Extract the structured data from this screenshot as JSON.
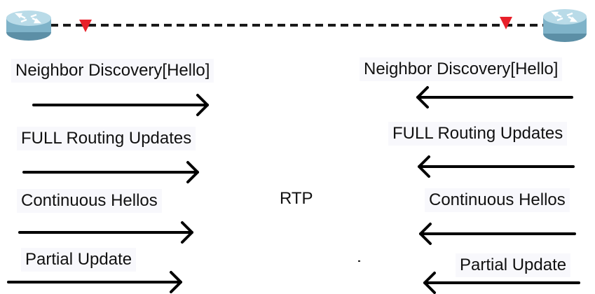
{
  "colors": {
    "link_line": "#1a1a1a",
    "marker": "#e8202a",
    "arrow": "#000000",
    "label_bg": "#f8f8fc",
    "router_body": "#7fb3c9"
  },
  "icons": {
    "left_router": "router-icon",
    "right_router": "router-icon"
  },
  "left_messages": [
    "Neighbor Discovery[Hello]",
    "FULL Routing Updates",
    "Continuous Hellos",
    "Partial Update"
  ],
  "right_messages": [
    "Neighbor Discovery[Hello]",
    "FULL Routing Updates",
    "Continuous Hellos",
    "Partial Update"
  ],
  "center_label": "RTP"
}
